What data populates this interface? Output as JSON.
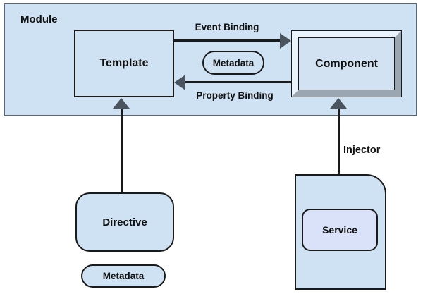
{
  "diagram": {
    "module": {
      "label": "Module"
    },
    "nodes": {
      "template": {
        "label": "Template"
      },
      "component": {
        "label": "Component"
      },
      "metadata_top": {
        "label": "Metadata"
      },
      "directive": {
        "label": "Directive"
      },
      "metadata_bottom": {
        "label": "Metadata"
      },
      "service": {
        "label": "Service"
      }
    },
    "edges": {
      "event_binding": {
        "label": "Event Binding"
      },
      "property_binding": {
        "label": "Property Binding"
      },
      "injector": {
        "label": "Injector"
      }
    },
    "colors": {
      "page_bg": "#ffffff",
      "module_fill": "#cfe2f3",
      "module_border": "#5b6670",
      "node_fill": "#cfe2f3",
      "node_border": "#1a1a1a",
      "component_inner_fill": "#d3e2f3",
      "bevel_light": "#eaf2fb",
      "bevel_dark": "#9aa6b2",
      "service_fill": "#d9e2f8",
      "arrow_color": "#1a1a1a",
      "arrowhead_fill": "#4a545e",
      "text_color": "#111111"
    }
  }
}
